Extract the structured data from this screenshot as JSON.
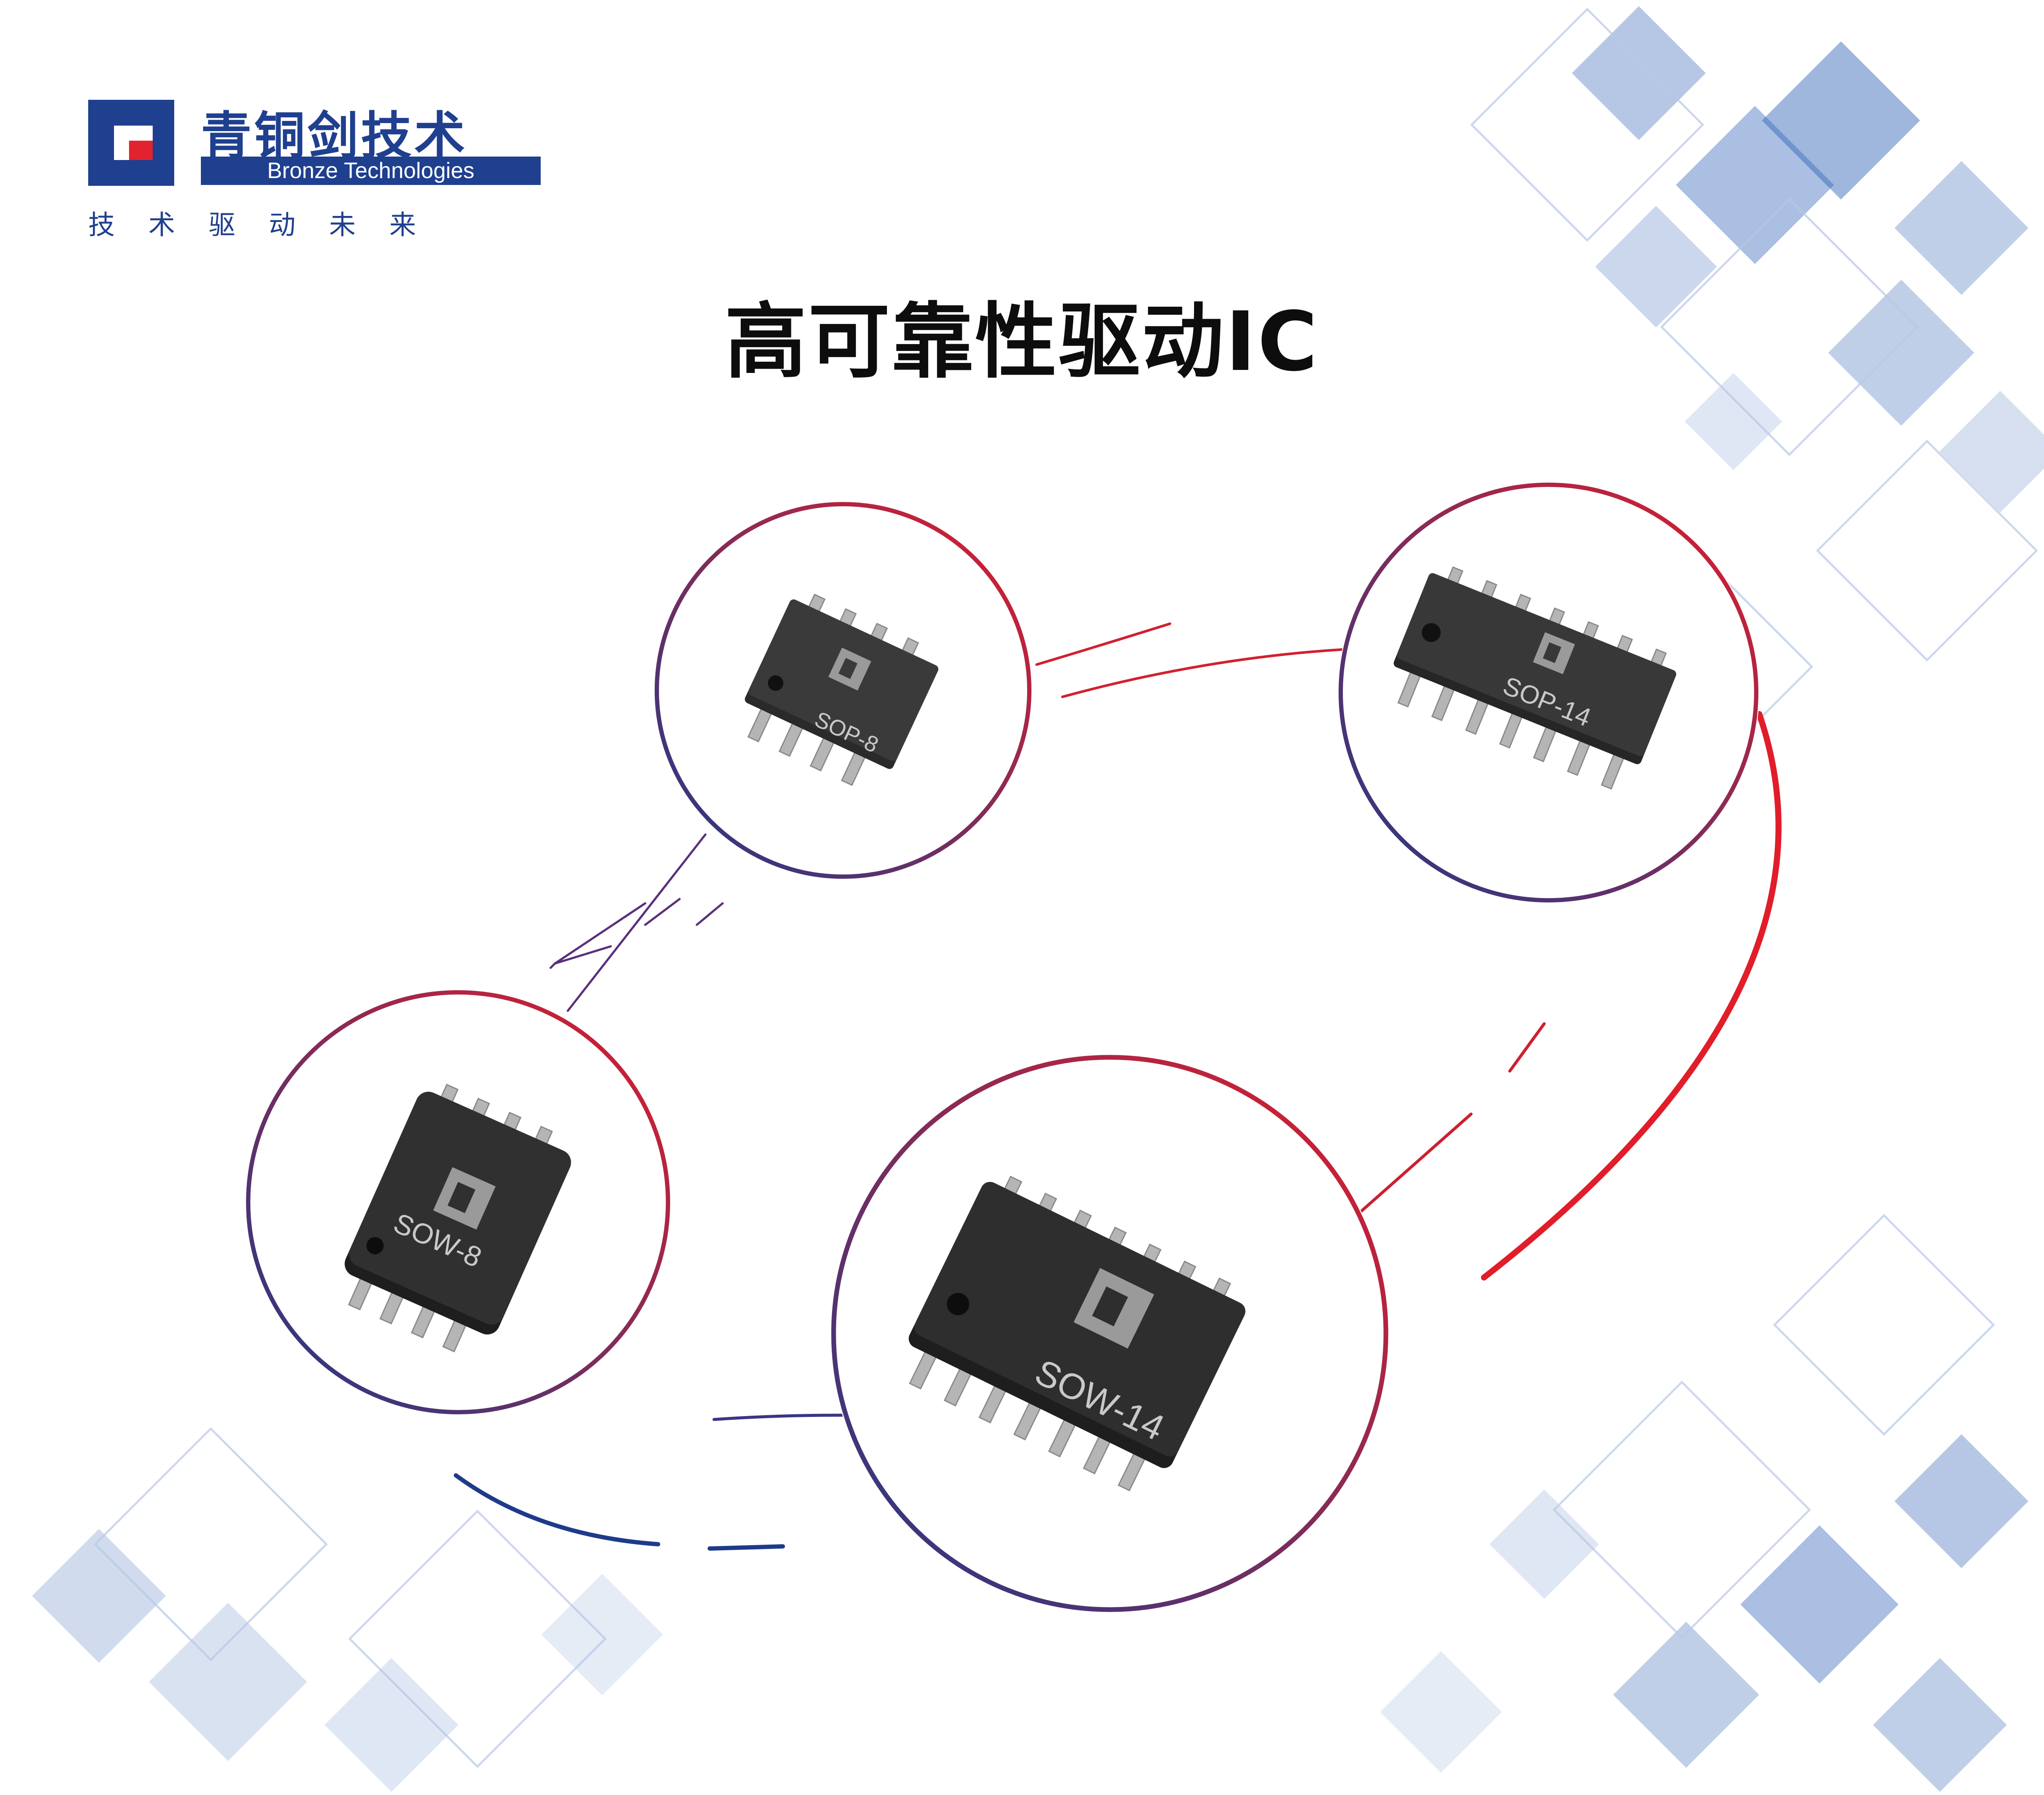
{
  "brand": {
    "name_cn": "青铜剑技术",
    "name_en": "Bronze Technologies",
    "slogan": "技术驱动未来",
    "colors": {
      "blue": "#1f3f8f",
      "red": "#e2222e"
    }
  },
  "title": "高可靠性驱动IC",
  "packages": [
    {
      "label": "SOP-8"
    },
    {
      "label": "SOP-14"
    },
    {
      "label": "SOW-8"
    },
    {
      "label": "SOW-14"
    }
  ],
  "accent_gradient": {
    "from": "#1e3a8a",
    "to": "#e11d2a"
  }
}
